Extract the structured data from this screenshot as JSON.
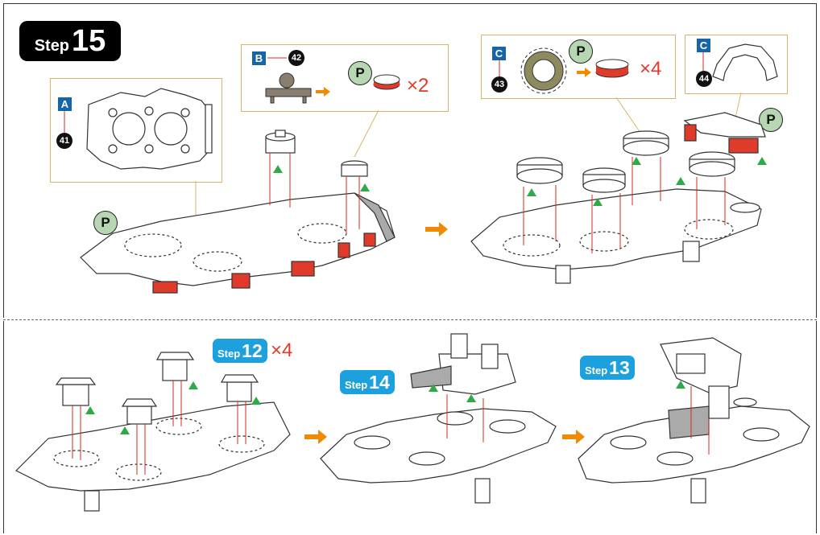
{
  "step_title": {
    "word": "Step",
    "number": "15"
  },
  "callouts": {
    "a": {
      "letter": "A",
      "part": "41"
    },
    "b": {
      "letter": "B",
      "part": "42",
      "p_label": "P",
      "multiplier": "×2"
    },
    "c1": {
      "letter": "C",
      "part": "43",
      "p_label": "P",
      "multiplier": "×4"
    },
    "c2": {
      "letter": "C",
      "part": "44"
    }
  },
  "p_markers": [
    "P",
    "P"
  ],
  "step_refs": [
    {
      "word": "Step",
      "number": "12",
      "multiplier": "×4"
    },
    {
      "word": "Step",
      "number": "14"
    },
    {
      "word": "Step",
      "number": "13"
    }
  ],
  "colors": {
    "red": "#e03a2b",
    "blue": "#1565a8",
    "cyan": "#1da1de",
    "green": "#2eaa4a",
    "arrow": "#f08a00",
    "gold": "#d9b56a"
  }
}
